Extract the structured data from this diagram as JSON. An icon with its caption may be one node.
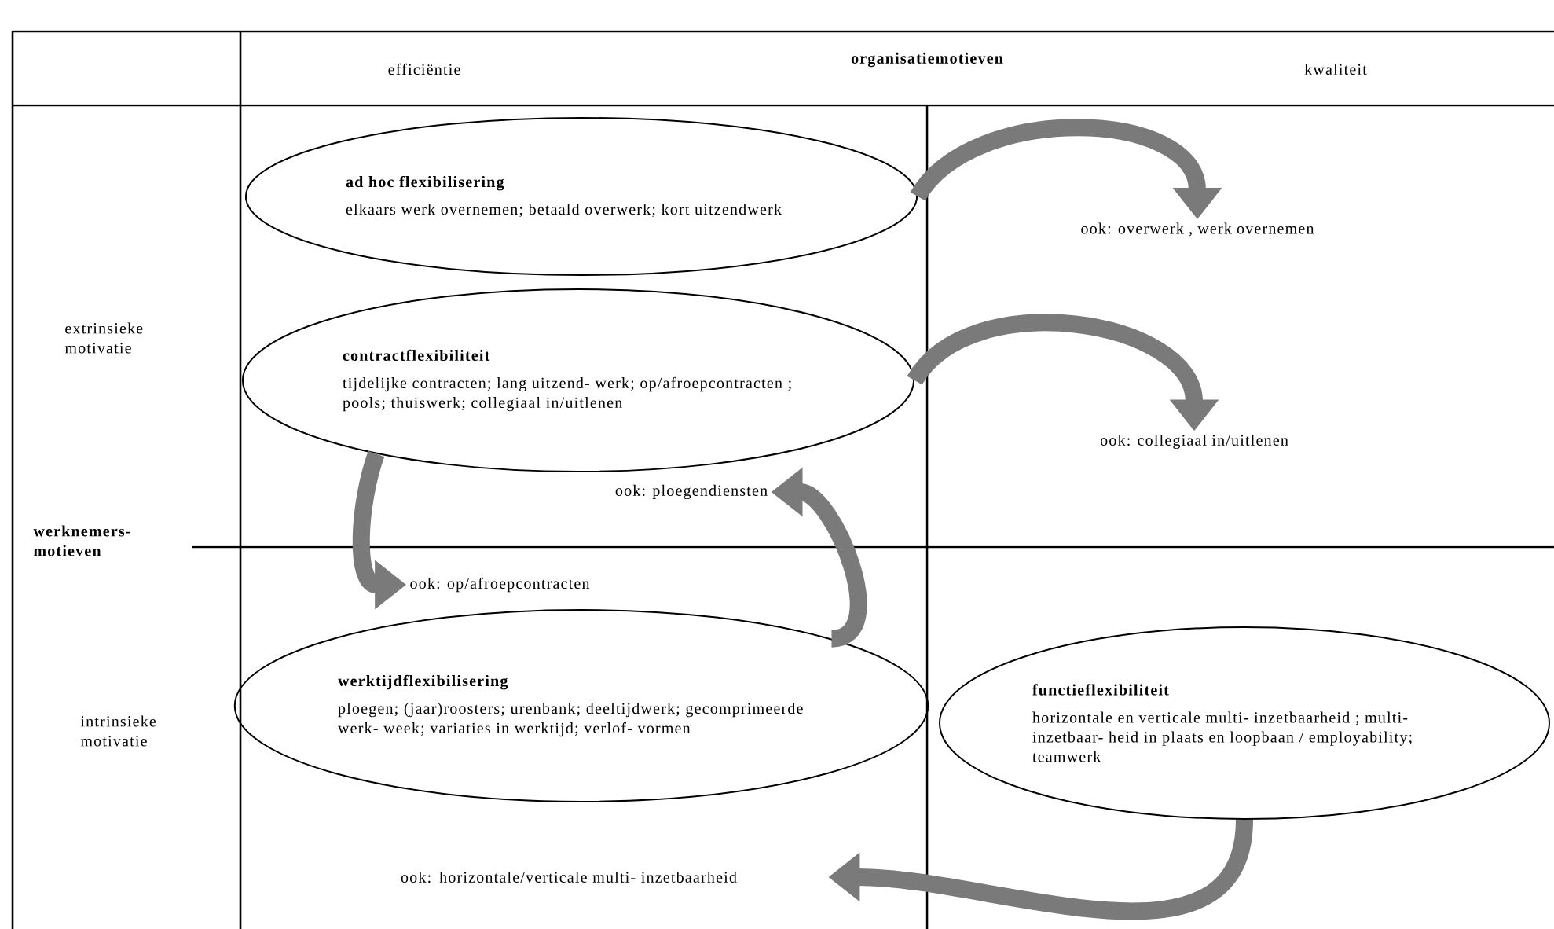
{
  "diagram": {
    "nodes": [
      {
        "text": [
          "ad hoc flexibilisering",
          "elkaars werk overnemen; betaald overwerk; kort uitzendwerk"
        ]
      },
      {
        "text": [
          "ook: overwerk , werk overnemen"
        ]
      },
      {
        "text": [
          "contractflexibiliteit",
          "tijdelijke contracten; lang uitzend- werk; op/afroepcontracten ; pools; thuiswerk; collegiaal in/uitlenen"
        ]
      },
      {
        "text": [
          "ook: collegiaal in/uitlenen"
        ]
      },
      {
        "text": [
          "ook: ploegendiensten"
        ]
      },
      {
        "text": [
          "ook: op/afroepcontracten"
        ]
      },
      {
        "text": [
          "werktijdflexibilisering",
          "ploegen; (jaar)roosters; urenbank; deeltijdwerk; gecomprimeerde werk- week; variaties in werktijd; verlof- vormen"
        ]
      },
      {
        "text": [
          "functieflexibiliteit",
          "horizontale en verticale multi- inzetbaarheid ; multi-inzetbaar- heid in plaats en loopbaan / employability; teamwerk"
        ]
      },
      {
        "text": [
          "ook: horizontale/verticale multi- inzetbaarheid"
        ]
      }
    ],
    "edges": [
      {
        "from": 0,
        "to": 1,
        "arrow": "to"
      },
      {
        "from": 2,
        "to": 3,
        "arrow": "to"
      },
      {
        "from": 2,
        "to": 5,
        "arrow": "to"
      },
      {
        "from": 6,
        "to": 4,
        "arrow": "to"
      },
      {
        "from": 7,
        "to": 8,
        "arrow": "to"
      }
    ],
    "labels": [
      "efficiëntie",
      "organisatiemotieven",
      "kwaliteit",
      "extrinsieke motivatie",
      "werknemers- motieven",
      "intrinsieke motivatie"
    ]
  }
}
